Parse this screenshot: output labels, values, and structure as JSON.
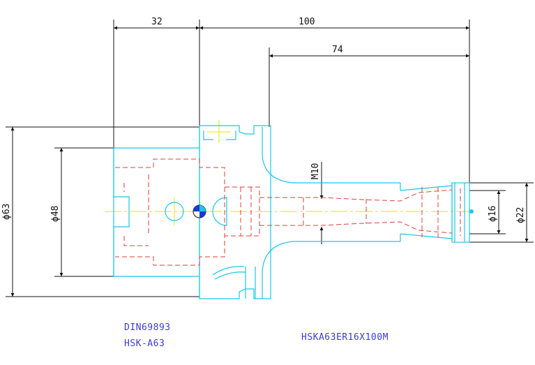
{
  "dimensions": {
    "d32": "32",
    "d100": "100",
    "d74": "74",
    "m10": "M10",
    "dia63": "ϕ63",
    "dia48": "ϕ48",
    "dia16": "ϕ16",
    "dia22": "ϕ22"
  },
  "title_block": {
    "standard": "DIN69893",
    "interface": "HSK-A63",
    "part_number": "HSKA63ER16X100M"
  },
  "colors": {
    "outline": "#19c8e6",
    "hidden": "#e23b3b",
    "center": "#e6e600",
    "dimension": "#111111",
    "label": "#3b3bd9"
  }
}
